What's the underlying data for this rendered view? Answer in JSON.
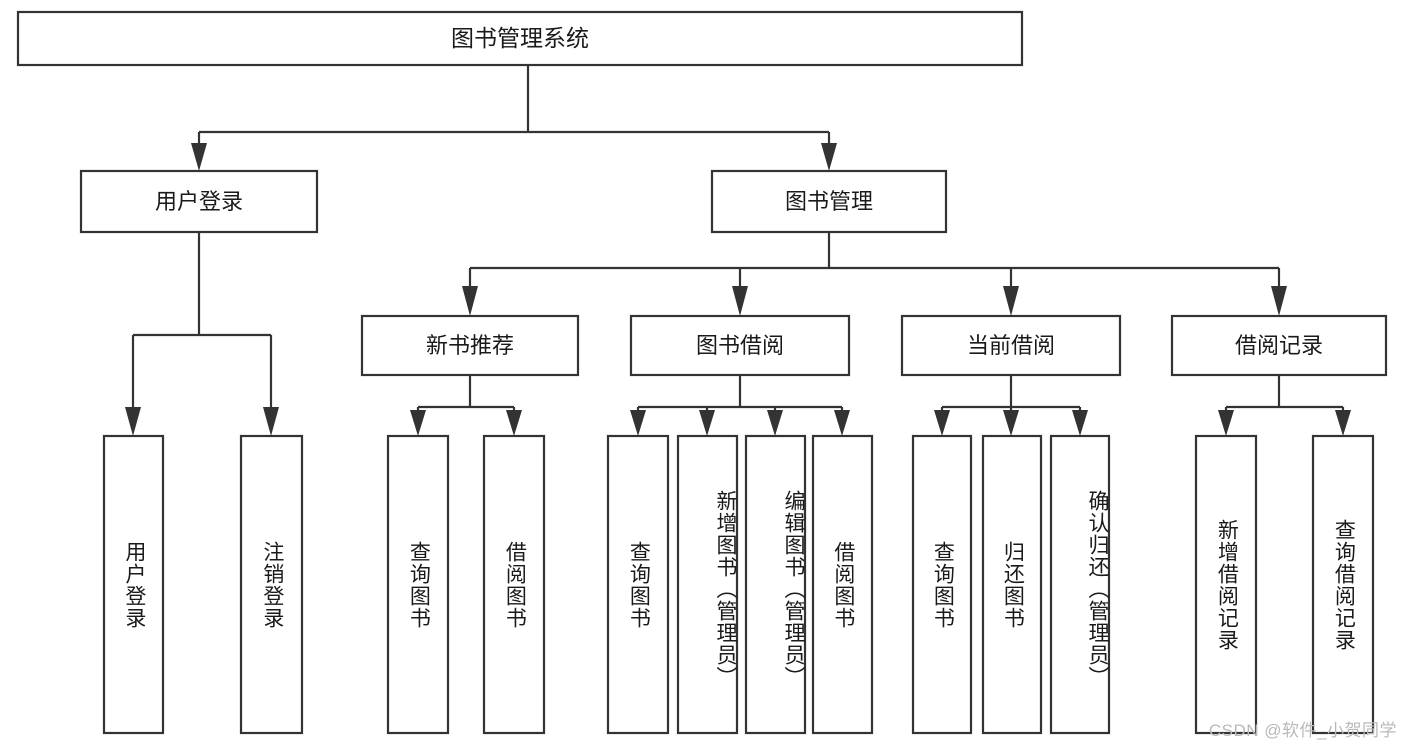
{
  "diagram": {
    "type": "tree-hierarchy-flowchart",
    "title": "图书管理系统",
    "orientation": "top-down",
    "colors": {
      "stroke": "#333333",
      "fill": "#ffffff",
      "text": "#1a1a1a",
      "watermark": "#b9b9b9"
    },
    "nodes": {
      "root": {
        "label": "图书管理系统",
        "level": 1
      },
      "l2": [
        {
          "id": "user-login",
          "label": "用户登录",
          "level": 2
        },
        {
          "id": "book-management",
          "label": "图书管理",
          "level": 2
        }
      ],
      "l3": [
        {
          "id": "new-book-recommend",
          "label": "新书推荐",
          "level": 3,
          "parent": "book-management"
        },
        {
          "id": "book-borrow",
          "label": "图书借阅",
          "level": 3,
          "parent": "book-management"
        },
        {
          "id": "current-borrow",
          "label": "当前借阅",
          "level": 3,
          "parent": "book-management"
        },
        {
          "id": "borrow-record",
          "label": "借阅记录",
          "level": 3,
          "parent": "book-management"
        }
      ],
      "leaves": [
        {
          "id": "leaf-user-login",
          "label": "用户登录",
          "parent": "user-login"
        },
        {
          "id": "leaf-user-logout",
          "label": "注销登录",
          "parent": "user-login"
        },
        {
          "id": "leaf-query-book-1",
          "label": "查询图书",
          "parent": "new-book-recommend"
        },
        {
          "id": "leaf-borrow-book-1",
          "label": "借阅图书",
          "parent": "new-book-recommend"
        },
        {
          "id": "leaf-query-book-2",
          "label": "查询图书",
          "parent": "book-borrow"
        },
        {
          "id": "leaf-add-book",
          "label": "新增图书（管理员）",
          "parent": "book-borrow"
        },
        {
          "id": "leaf-edit-book",
          "label": "编辑图书（管理员）",
          "parent": "book-borrow"
        },
        {
          "id": "leaf-borrow-book-2",
          "label": "借阅图书",
          "parent": "book-borrow"
        },
        {
          "id": "leaf-query-book-3",
          "label": "查询图书",
          "parent": "current-borrow"
        },
        {
          "id": "leaf-return-book",
          "label": "归还图书",
          "parent": "current-borrow"
        },
        {
          "id": "leaf-confirm-return",
          "label": "确认归还（管理员）",
          "parent": "current-borrow"
        },
        {
          "id": "leaf-add-record",
          "label": "新增借阅记录",
          "parent": "borrow-record"
        },
        {
          "id": "leaf-query-record",
          "label": "查询借阅记录",
          "parent": "borrow-record"
        }
      ]
    }
  },
  "watermark": {
    "text": "CSDN @软件_小贺同学"
  }
}
